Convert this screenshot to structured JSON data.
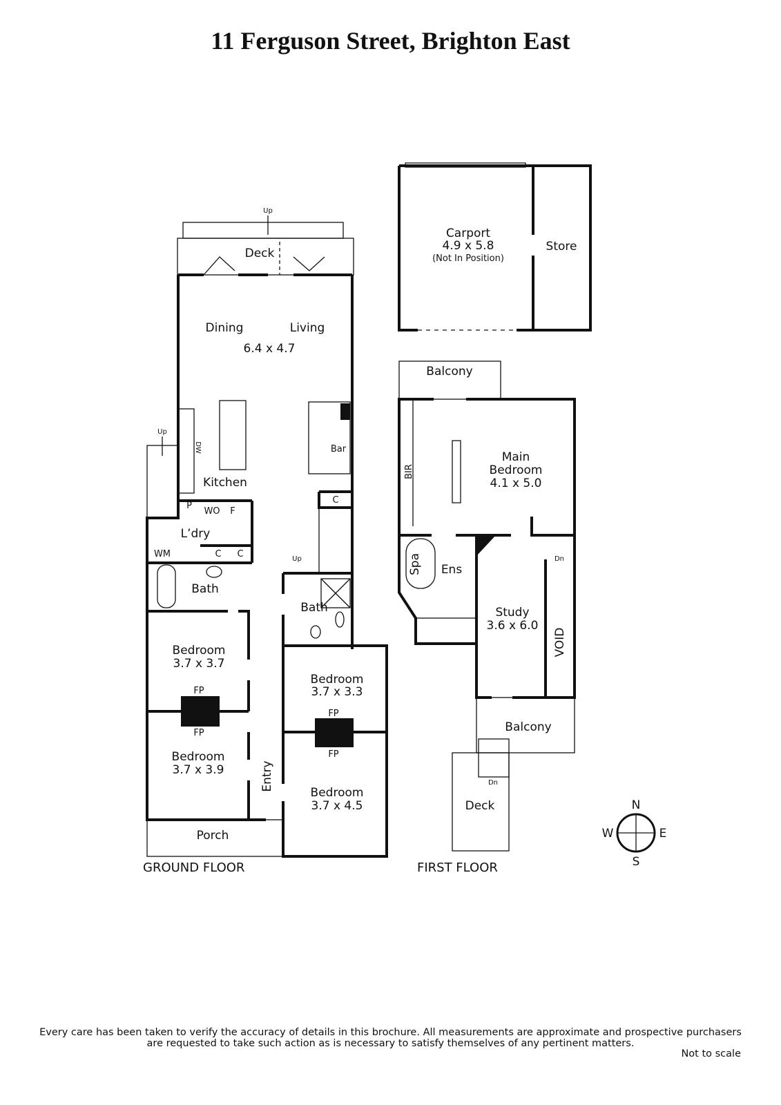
{
  "title": "11 Ferguson Street, Brighton East",
  "ground_floor": {
    "label": "GROUND FLOOR",
    "rooms": {
      "deck": "Deck",
      "up_deck": "Up",
      "dining": "Dining",
      "living": "Living",
      "living_dim": "6.4 x 4.7",
      "kitchen": "Kitchen",
      "bar": "Bar",
      "dw": "DW",
      "up_side": "Up",
      "pantry": "P",
      "wo": "WO",
      "fridge": "F",
      "cupboard1": "C",
      "laundry": "L’dry",
      "wm": "WM",
      "cupboard2": "C",
      "cupboard3": "C",
      "bath1": "Bath",
      "up_stairs": "Up",
      "bath2": "Bath",
      "bed1": "Bedroom",
      "bed1_dim": "3.7 x 3.7",
      "fp1": "FP",
      "fp2": "FP",
      "bed2": "Bedroom",
      "bed2_dim": "3.7 x 3.9",
      "bed3": "Bedroom",
      "bed3_dim": "3.7 x 3.3",
      "fp3": "FP",
      "fp4": "FP",
      "bed4": "Bedroom",
      "bed4_dim": "3.7 x 4.5",
      "entry": "Entry",
      "porch": "Porch"
    }
  },
  "first_floor": {
    "label": "FIRST FLOOR",
    "rooms": {
      "carport": "Carport",
      "carport_dim": "4.9 x 5.8",
      "carport_note": "(Not In Position)",
      "store": "Store",
      "balcony1": "Balcony",
      "bir": "BIR",
      "main_bed": "Main",
      "main_bed2": "Bedroom",
      "main_bed_dim": "4.1 x 5.0",
      "spa": "Spa",
      "ens": "Ens",
      "dn1": "Dn",
      "study": "Study",
      "study_dim": "3.6 x 6.0",
      "void": "VOID",
      "balcony2": "Balcony",
      "dn2": "Dn",
      "deck": "Deck"
    }
  },
  "compass": {
    "n": "N",
    "s": "S",
    "e": "E",
    "w": "W"
  },
  "disclaimer_line1": "Every care has been taken to verify the accuracy of details in this brochure.  All measurements are approximate and prospective purchasers",
  "disclaimer_line2": "are requested to take such action as is necessary to satisfy themselves of any pertinent matters.",
  "not_to_scale": "Not to scale"
}
